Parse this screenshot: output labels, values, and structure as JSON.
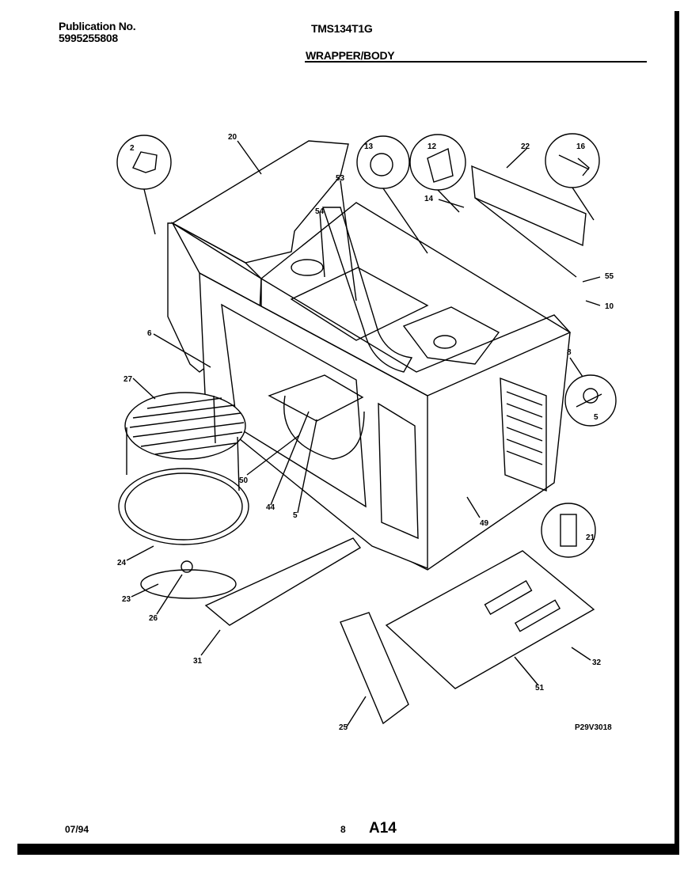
{
  "header": {
    "publication_label": "Publication No.",
    "publication_number": "5995255808",
    "model": "TMS134T1G",
    "section": "WRAPPER/BODY"
  },
  "footer": {
    "date": "07/94",
    "page_small": "8",
    "page_code": "A14",
    "figure_code": "P29V3018"
  },
  "callouts": [
    "2",
    "20",
    "13",
    "12",
    "22",
    "16",
    "53",
    "54",
    "14",
    "55",
    "10",
    "6",
    "27",
    "8",
    "5",
    "50",
    "44",
    "5",
    "49",
    "21",
    "24",
    "23",
    "26",
    "31",
    "25",
    "32",
    "51"
  ]
}
